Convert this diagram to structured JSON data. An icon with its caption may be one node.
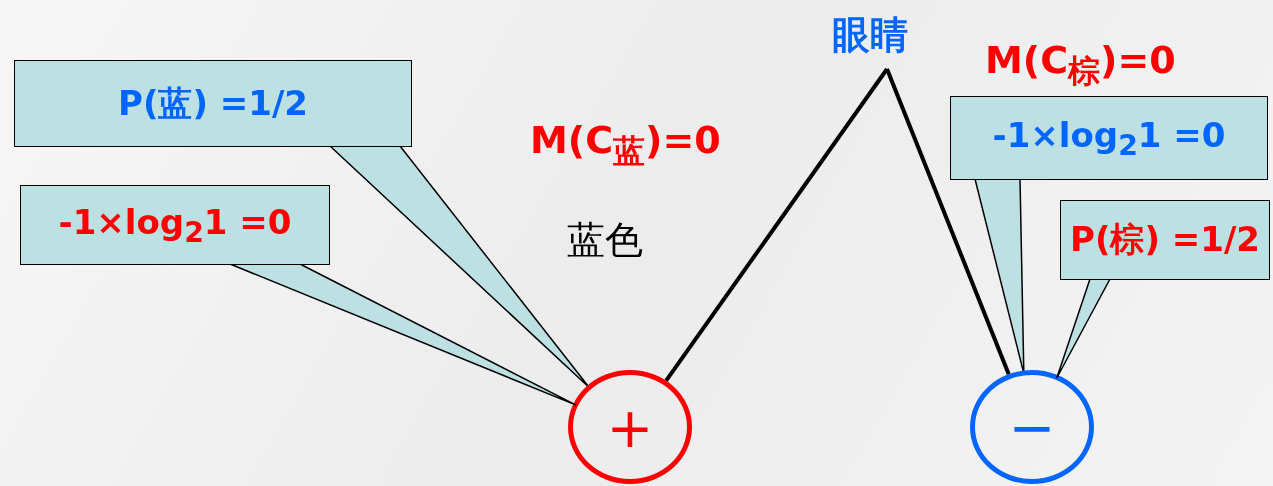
{
  "diagram": {
    "nodes": [
      {
        "text": [
          "眼睛"
        ]
      },
      {
        "text": [
          "+"
        ]
      },
      {
        "text": [
          "−"
        ]
      },
      {
        "text": [
          "P(蓝) =1/2"
        ]
      },
      {
        "text": [
          "-1×log$_{2}$1 =0"
        ]
      },
      {
        "text": [
          "-1×log$_{2}$1 =0"
        ]
      },
      {
        "text": [
          "P(棕) =1/2"
        ]
      }
    ],
    "edges": [
      {
        "from": 0,
        "to": 1,
        "arrow": "none",
        "label": "蓝色",
        "style": "thick"
      },
      {
        "from": 0,
        "to": 2,
        "arrow": "none",
        "style": "thick"
      },
      {
        "from": 3,
        "to": 1,
        "arrow": "none"
      },
      {
        "from": 4,
        "to": 1,
        "arrow": "none"
      },
      {
        "from": 5,
        "to": 2,
        "arrow": "none"
      },
      {
        "from": 6,
        "to": 2,
        "arrow": "none"
      }
    ],
    "labels": [
      "M(C$_{蓝}$)=0",
      "M(C$_{棕}$)=0"
    ]
  }
}
